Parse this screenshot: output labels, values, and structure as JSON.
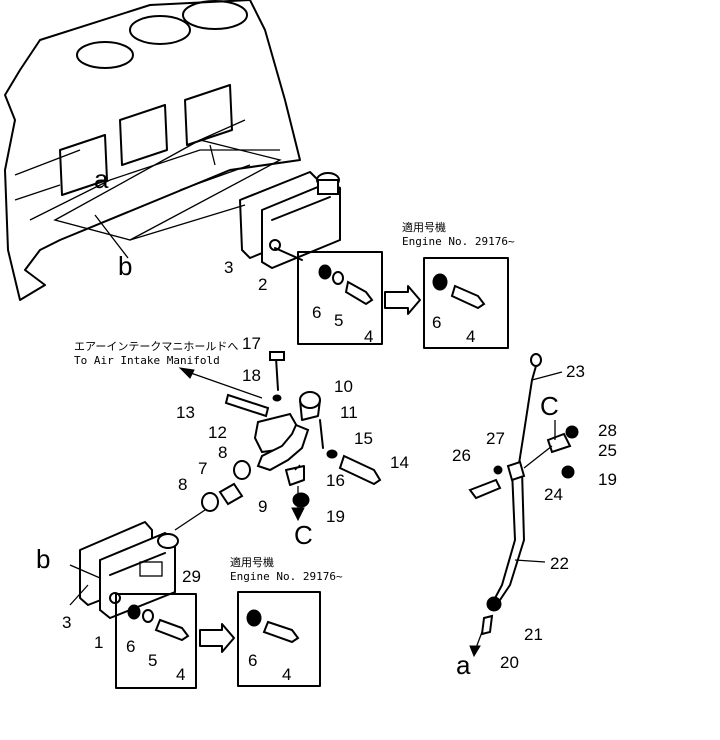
{
  "labels": {
    "a": "a",
    "b": "b",
    "c": "C",
    "p1": "1",
    "p2": "2",
    "p3": "3",
    "p4": "4",
    "p5": "5",
    "p6": "6",
    "p7": "7",
    "p8": "8",
    "p9": "9",
    "p10": "10",
    "p11": "11",
    "p12": "12",
    "p13": "13",
    "p14": "14",
    "p15": "15",
    "p16": "16",
    "p17": "17",
    "p18": "18",
    "p19": "19",
    "p20": "20",
    "p21": "21",
    "p22": "22",
    "p23": "23",
    "p24": "24",
    "p25": "25",
    "p26": "26",
    "p27": "27",
    "p28": "28",
    "p29": "29"
  },
  "notes": {
    "applicability_jp": "適用号機",
    "engine_no": "Engine No. 29176~",
    "air_intake_jp": "エアーインテークマニホールドへ",
    "air_intake_en": "To Air Intake Manifold"
  }
}
